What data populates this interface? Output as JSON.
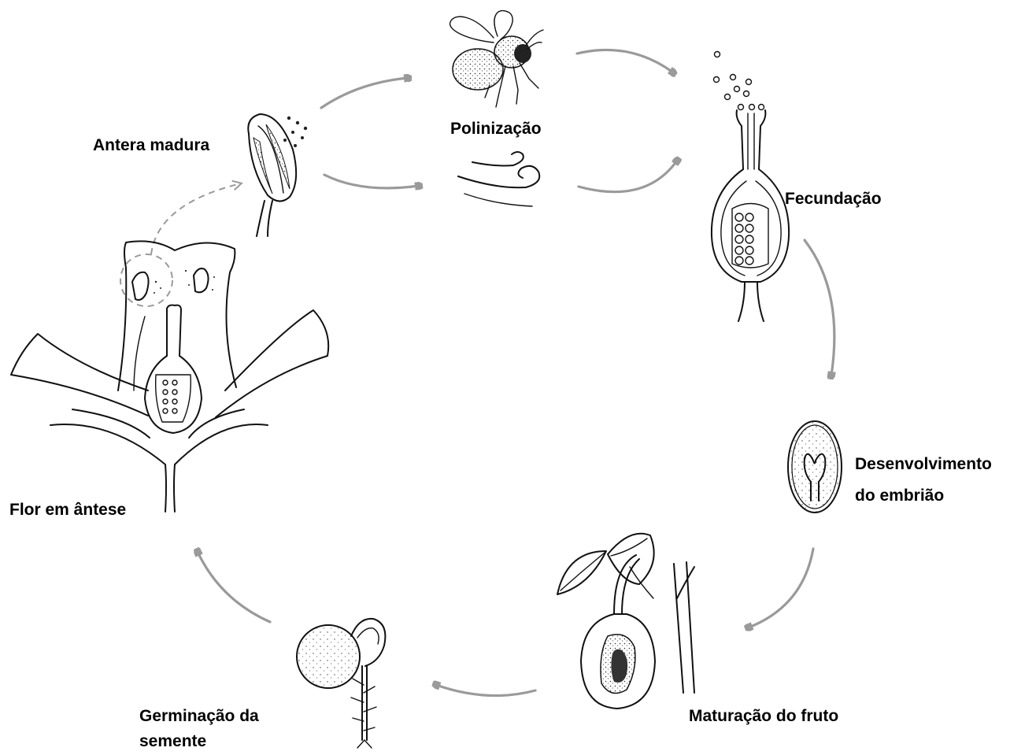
{
  "labels": {
    "polinizacao": "Polinização",
    "fecundacao": "Fecundação",
    "antera": "Antera madura",
    "desenvolvimento_l1": "Desenvolvimento",
    "desenvolvimento_l2": "do embrião",
    "flor": "Flor em ântese",
    "maturacao": "Maturação do fruto",
    "germinacao_l1": "Germinação da",
    "germinacao_l2": "semente"
  },
  "colors": {
    "arrow": "#9a9a9a",
    "ink": "#111111",
    "background": "#ffffff"
  },
  "icons": [
    "bee-icon",
    "wind-icon",
    "pollen-grains-icon",
    "anther-icon",
    "pistil-icon",
    "embryo-seed-icon",
    "fruit-icon",
    "seedling-icon",
    "flower-icon"
  ]
}
